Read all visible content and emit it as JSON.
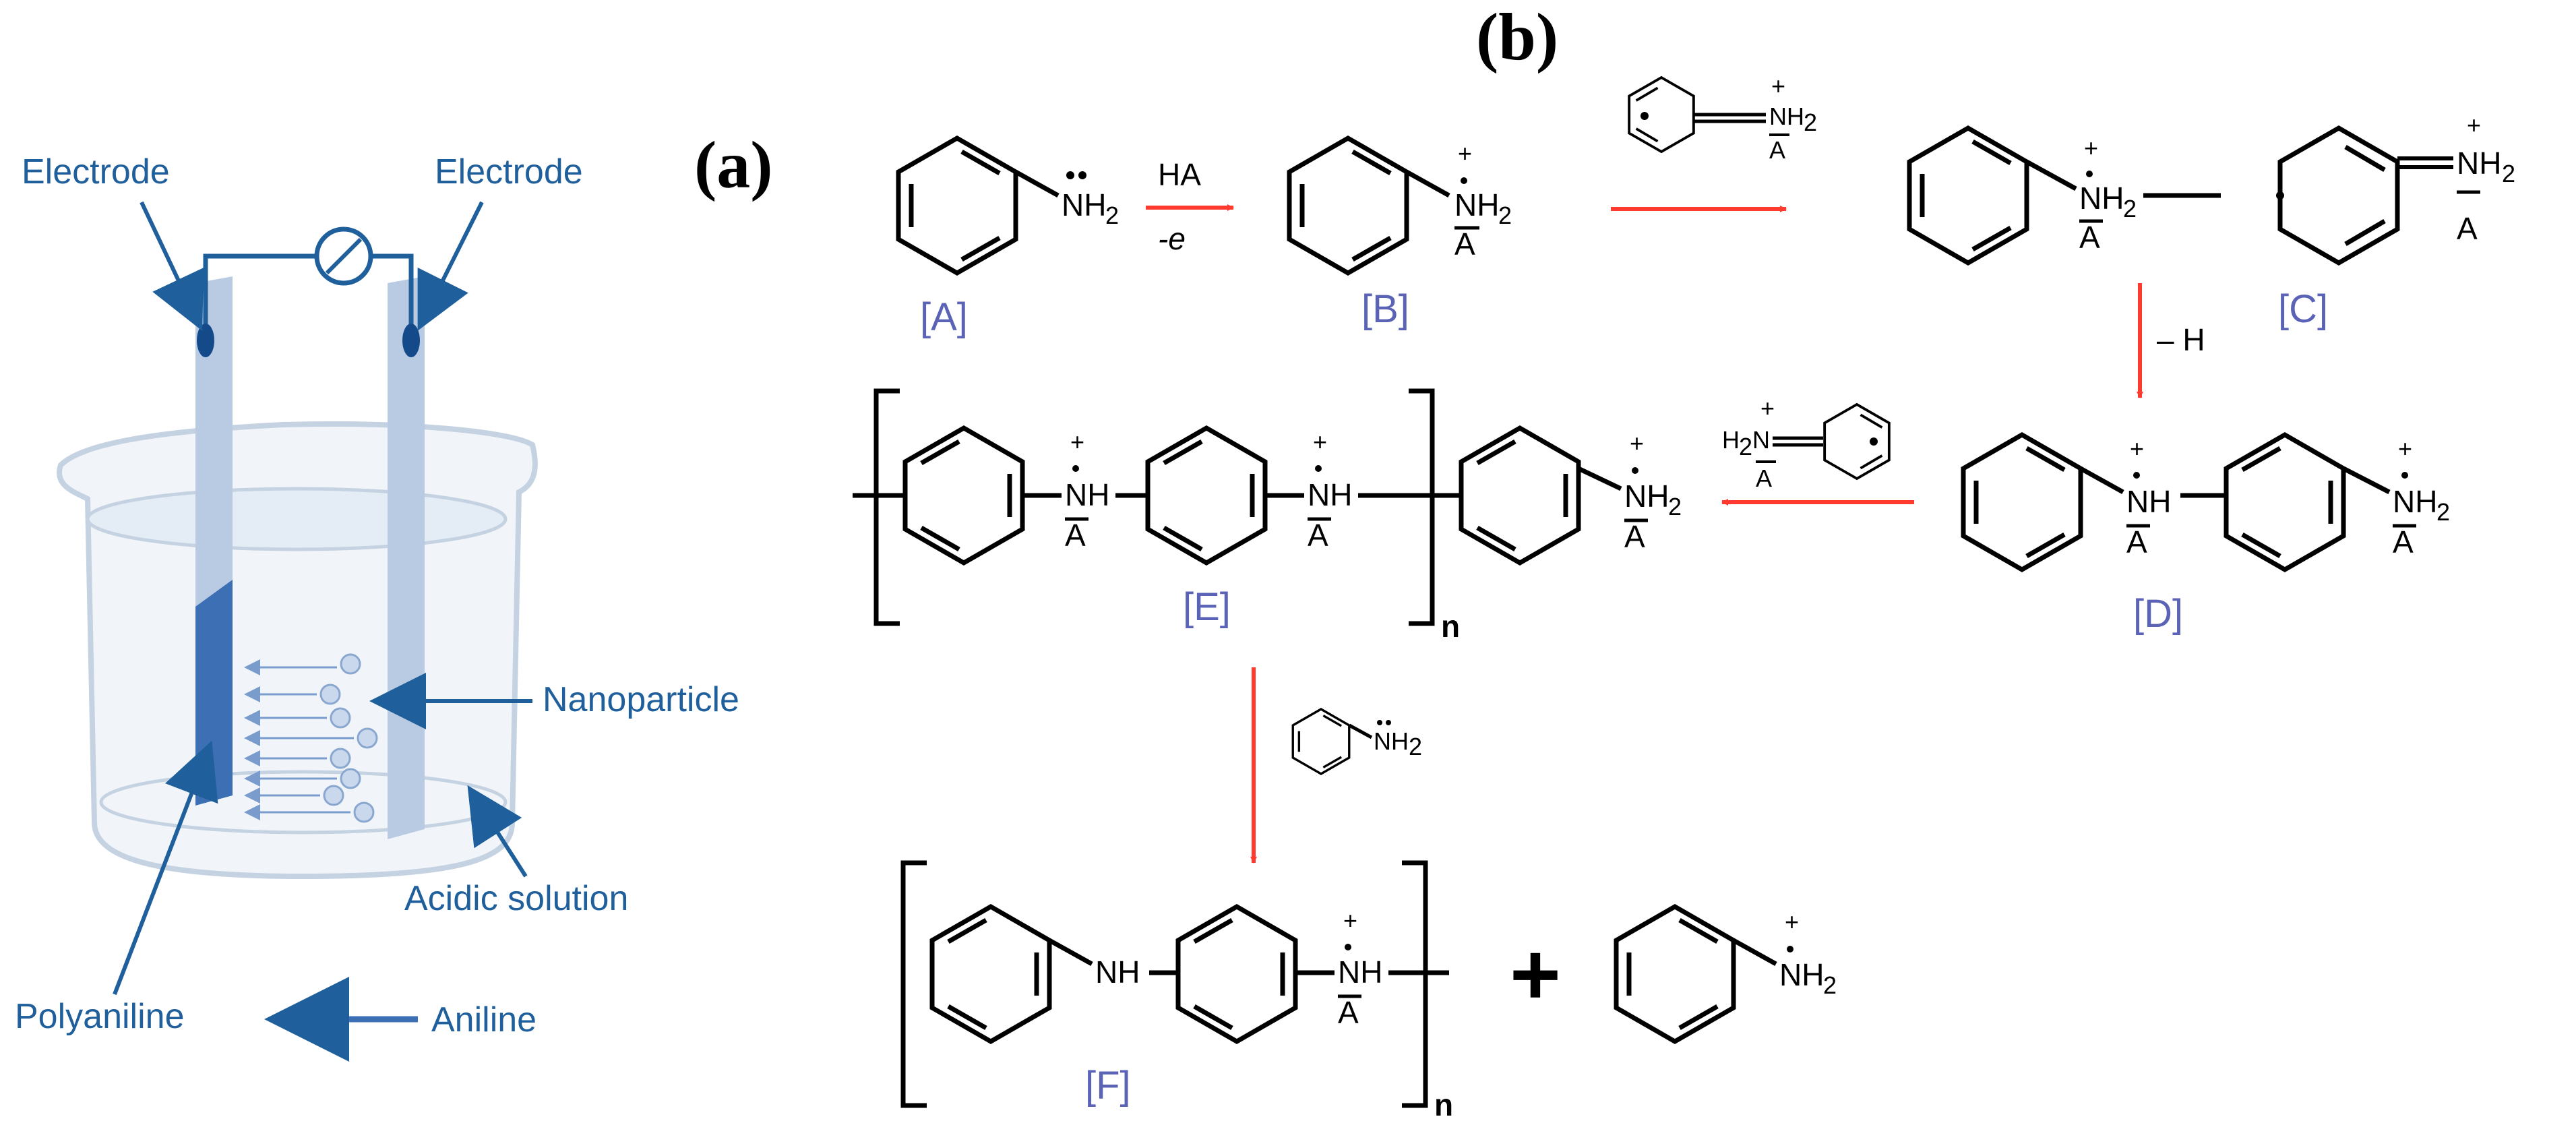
{
  "panels": {
    "a": "(a)",
    "b": "(b)"
  },
  "cell_labels": {
    "electrode_left": "Electrode",
    "electrode_right": "Electrode",
    "nanoparticle": "Nanoparticle",
    "acidic_solution": "Acidic solution",
    "polyaniline": "Polyaniline",
    "aniline": "Aniline"
  },
  "compound_tags": {
    "A": "[A]",
    "B": "[B]",
    "C": "[C]",
    "D": "[D]",
    "E": "[E]",
    "F": "[F]"
  },
  "reagents": {
    "acid": "HA",
    "electron": "-e",
    "minus_h": "– H"
  },
  "chem_labels": {
    "nh2": "NH",
    "sub2": "2",
    "nh": "NH",
    "counter_ion": "A",
    "plus": "+",
    "h2n_h": "H",
    "h2n_2": "2",
    "h2n_n": "N",
    "n": "N"
  },
  "repeat_n": "n",
  "plus_sign": "+",
  "colors": {
    "arrow": "#ff3b2f",
    "label_blue": "#1f5f9c",
    "tag_purple": "#5b63b7",
    "electrode": "#b9cbe3",
    "polymer_film": "#3d6fb5"
  }
}
